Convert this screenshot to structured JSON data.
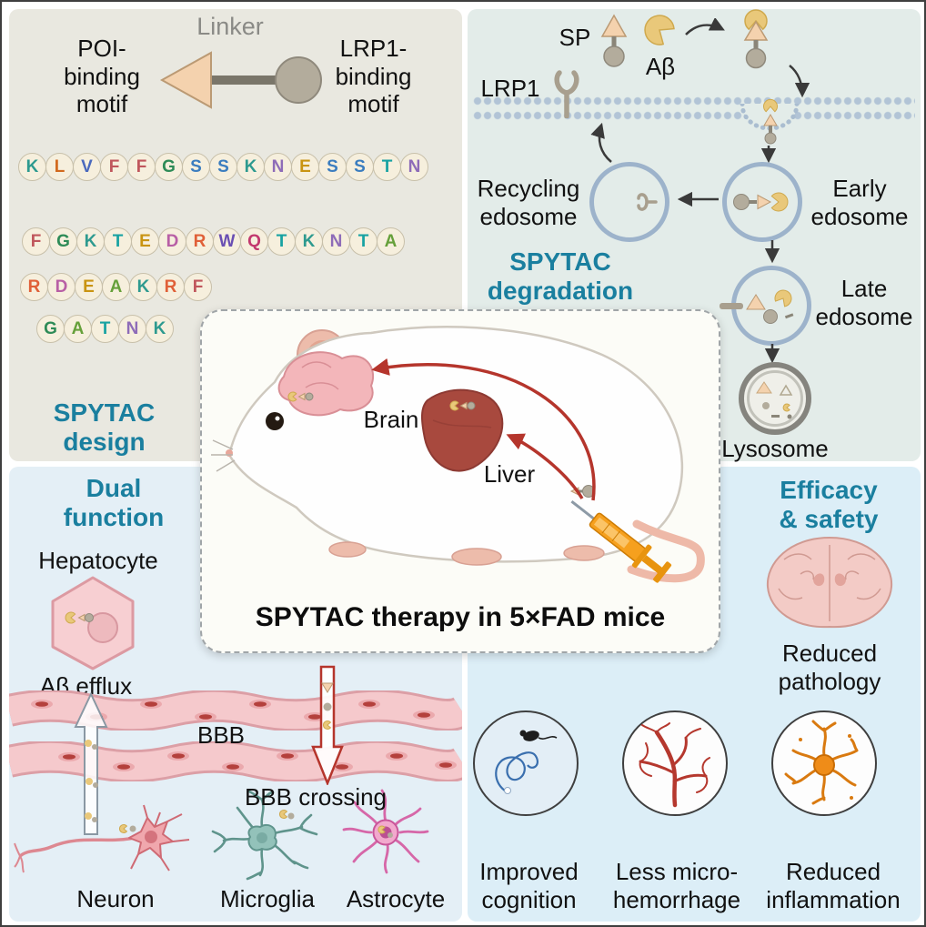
{
  "colors": {
    "heading_teal": "#1a7f9f",
    "panel_design_bg": "#e9e8e0",
    "panel_degradation_bg": "#e3ece9",
    "panel_dual_bg": "#e4eff6",
    "panel_efficacy_bg": "#dceef7",
    "accent_red": "#b5352c",
    "motif_peach": "#f4d2ae",
    "motif_gray": "#b3ac9c",
    "abeta_yellow": "#e9c87a"
  },
  "panels": {
    "design": {
      "heading": "SPYTAC\ndesign",
      "poi_label": "POI-\nbinding\nmotif",
      "linker_label": "Linker",
      "lrp1_label": "LRP1-\nbinding\nmotif",
      "sequence_rows": [
        "KLVFFGSSKNESSTN",
        "FGKTEDRWQTKNTA",
        "RDEAKRF",
        "GATNK"
      ],
      "aa_colors": {
        "K": "#2e9a8f",
        "L": "#d2691e",
        "V": "#4a69bd",
        "F": "#c0565c",
        "G": "#2e8b57",
        "S": "#3b7dbf",
        "N": "#8e6cb8",
        "E": "#c99412",
        "T": "#18a2a2",
        "D": "#b85fa5",
        "R": "#e06038",
        "W": "#6a4fb3",
        "Q": "#c2386e",
        "A": "#66a03a"
      }
    },
    "degradation": {
      "heading": "SPYTAC\ndegradation",
      "sp_label": "SP",
      "abeta_label": "Aβ",
      "lrp1_label": "LRP1",
      "recycling_label": "Recycling\nedosome",
      "early_label": "Early\nedosome",
      "late_label": "Late\nedosome",
      "lysosome_label": "Lysosome"
    },
    "dual": {
      "heading": "Dual\nfunction",
      "hepatocyte_label": "Hepatocyte",
      "abeta_efflux_label": "Aβ efflux",
      "bbb_label": "BBB",
      "bbb_crossing_label": "BBB crossing",
      "neuron_label": "Neuron",
      "microglia_label": "Microglia",
      "astrocyte_label": "Astrocyte"
    },
    "efficacy": {
      "heading": "Efficacy\n& safety",
      "reduced_pathology_label": "Reduced\npathology",
      "improved_cognition_label": "Improved\ncognition",
      "less_hemorrhage_label": "Less micro-\nhemorrhage",
      "reduced_inflammation_label": "Reduced\ninflammation"
    },
    "center": {
      "brain_label": "Brain",
      "liver_label": "Liver",
      "title": "SPYTAC therapy in 5×FAD mice"
    }
  }
}
